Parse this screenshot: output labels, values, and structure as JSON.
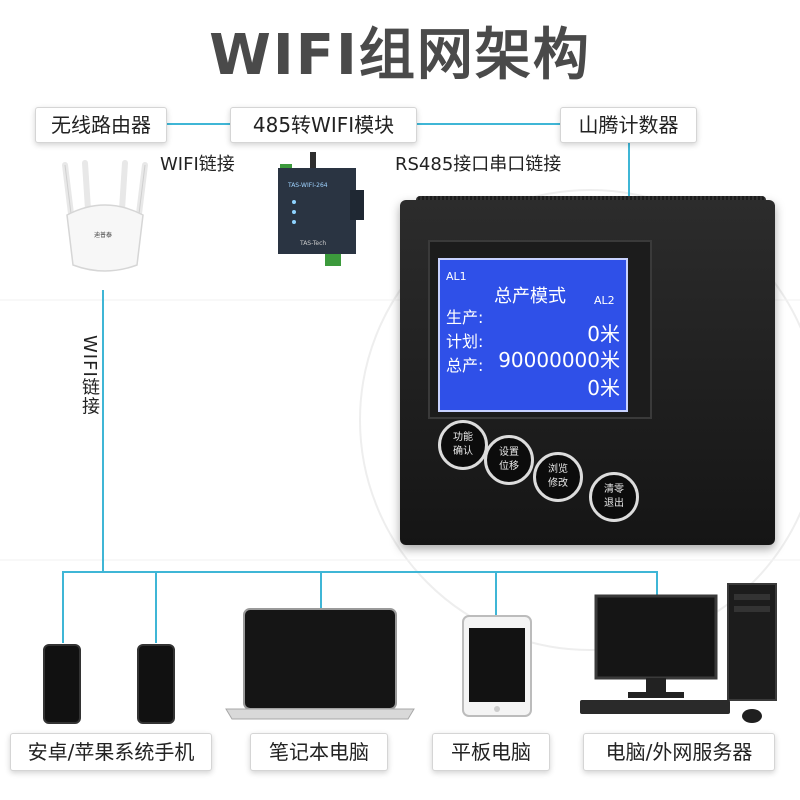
{
  "title": "WIFI组网架构",
  "top_labels": {
    "router": "无线路由器",
    "module": "485转WIFI模块",
    "counter": "山腾计数器"
  },
  "captions": {
    "wifi_link_top": "WIFI链接",
    "rs485_link": "RS485接口串口链接",
    "wifi_link_vertical": "WIFI链接"
  },
  "module_text": {
    "model": "TAS-WIFI-264",
    "brand": "TAS-Tech"
  },
  "router_brand": "迪普泰",
  "lcd": {
    "al1": "AL1",
    "al2": "AL2",
    "mode": "总产模式",
    "row1_label": "生产:",
    "row1_value": "0米",
    "row2_label": "计划:",
    "row2_value": "90000000米",
    "row3_label": "总产:",
    "row3_value": "0米"
  },
  "meter_buttons": [
    {
      "line1": "功能",
      "line2": "确认"
    },
    {
      "line1": "设置",
      "line2": "位移"
    },
    {
      "line1": "浏览",
      "line2": "修改"
    },
    {
      "line1": "清零",
      "line2": "退出"
    }
  ],
  "devices": {
    "phones": "安卓/苹果系统手机",
    "laptop": "笔记本电脑",
    "tablet": "平板电脑",
    "desktop": "电脑/外网服务器"
  },
  "colors": {
    "link_line": "#3fb6d6",
    "lcd_background": "#2f50e8",
    "title_text": "#4a4a4a"
  }
}
